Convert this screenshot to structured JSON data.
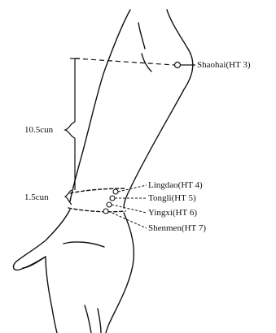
{
  "diagram": {
    "points": [
      {
        "id": "shaohai",
        "label": "Shaohai(HT 3)"
      },
      {
        "id": "lingdao",
        "label": "Lingdao(HT 4)"
      },
      {
        "id": "tongli",
        "label": "Tongli(HT 5)"
      },
      {
        "id": "yingxi",
        "label": "Yingxi(HT 6)"
      },
      {
        "id": "shenmen",
        "label": "Shenmen(HT 7)"
      }
    ],
    "measurements": [
      {
        "id": "forearm",
        "label": "10.5cun"
      },
      {
        "id": "wrist",
        "label": "1.5cun"
      }
    ],
    "colors": {
      "ink": "#111111",
      "background": "#ffffff"
    }
  }
}
